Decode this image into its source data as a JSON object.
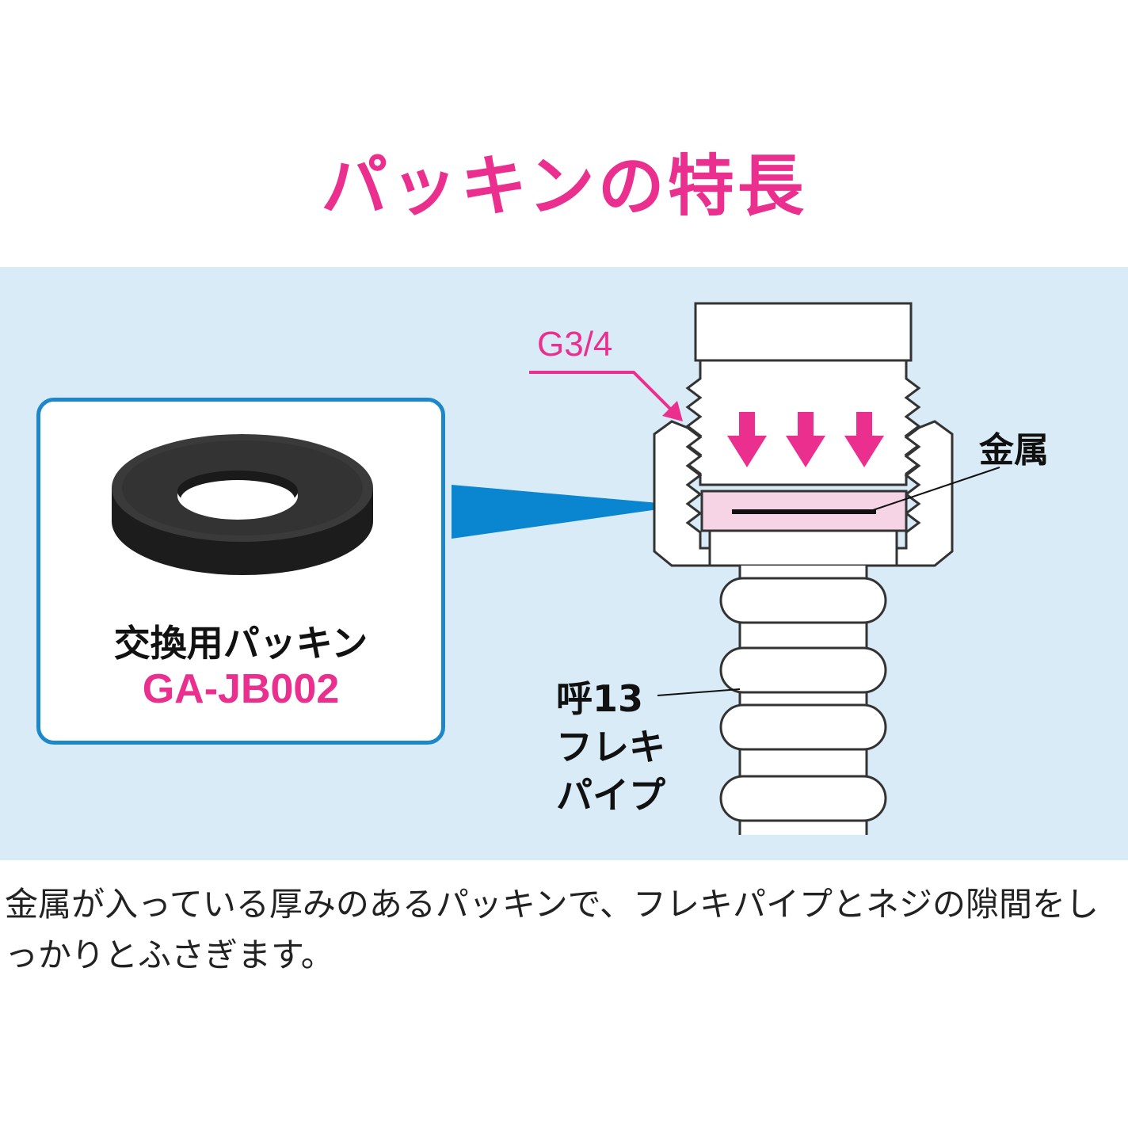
{
  "title": "パッキンの特長",
  "card": {
    "name": "交換用パッキン",
    "code": "GA-JB002"
  },
  "diagram": {
    "thread_label": "G3/4",
    "metal_label": "金属",
    "pipe_label": {
      "line1": "呼13",
      "line2": "フレキ",
      "line3": "パイプ"
    }
  },
  "description": "金属が入っている厚みのあるパッキンで、フレキパイプとネジの隙間をしっかりとふさぎます。",
  "colors": {
    "accent_pink": "#ea2f8f",
    "panel_blue": "#d9ebf6",
    "card_border": "#1c88c9",
    "packing_pink": "#f7d3e6"
  }
}
